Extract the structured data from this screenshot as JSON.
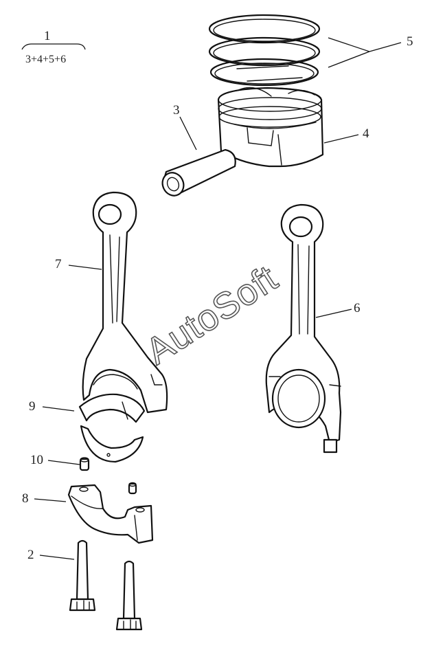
{
  "assembly": {
    "number": "1",
    "formula": "3+4+5+6"
  },
  "callouts": {
    "piston_pin": "3",
    "piston": "4",
    "piston_rings": "5",
    "connecting_rod_assembled": "6",
    "connecting_rod_body": "7",
    "bearing_cap": "8",
    "bearing_shells": "9",
    "dowel_pin": "10",
    "cap_bolt": "2"
  },
  "watermark": "AutoSoft"
}
